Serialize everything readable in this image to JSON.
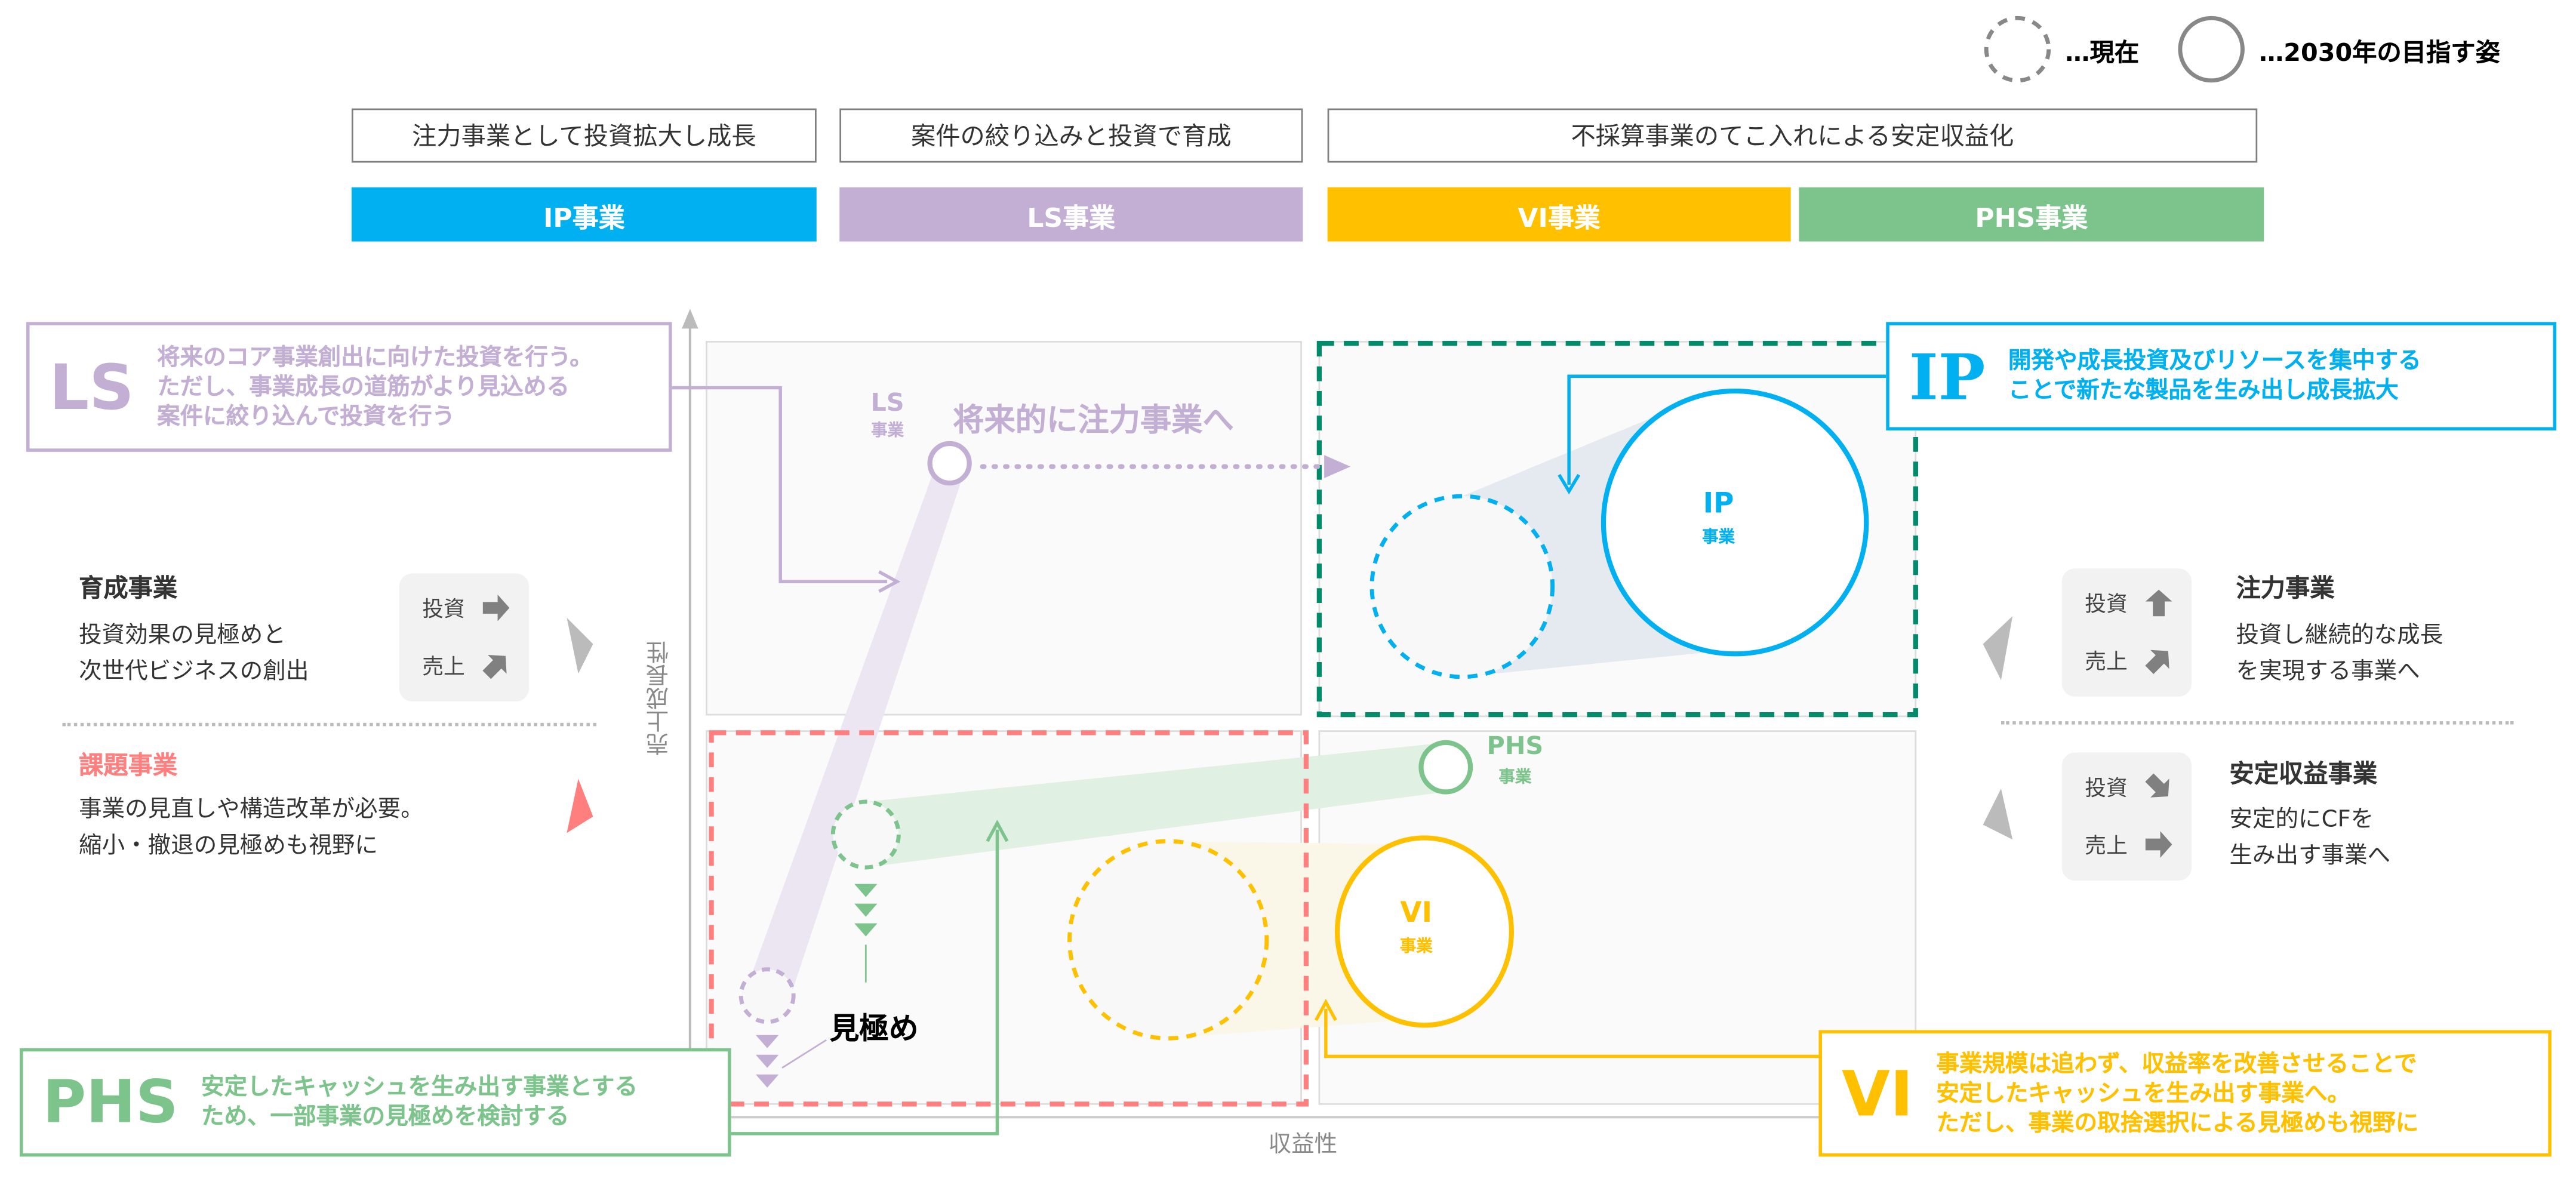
{
  "legend": {
    "current": "…現在",
    "target": "…2030年の目指す姿"
  },
  "strategies": [
    {
      "label": "注力事業として投資拡大し成長"
    },
    {
      "label": "案件の絞り込みと投資で育成"
    },
    {
      "label": "不採算事業のてこ入れによる安定収益化"
    }
  ],
  "segments": {
    "ip": {
      "label": "IP事業",
      "color": "#00b0f0"
    },
    "ls": {
      "label": "LS事業",
      "color": "#c3aed4"
    },
    "vi": {
      "label": "VI事業",
      "color": "#ffc000"
    },
    "phs": {
      "label": "PHS事業",
      "color": "#7dc48c"
    }
  },
  "axes": {
    "y": "売上成長性",
    "x": "収益性"
  },
  "bubbles": {
    "ls": {
      "name": "LS",
      "sub": "事業",
      "future": "将来的に注力事業へ"
    },
    "ip": {
      "name": "IP",
      "sub": "事業"
    },
    "phs": {
      "name": "PHS",
      "sub": "事業"
    },
    "vi": {
      "name": "VI",
      "sub": "事業"
    },
    "evaluate": "見極め"
  },
  "callouts": {
    "ls": {
      "abbr": "LS",
      "lines": [
        "将来のコア事業創出に向けた投資を行う。",
        "ただし、事業成長の道筋がより見込める",
        "案件に絞り込んで投資を行う"
      ]
    },
    "ip": {
      "abbr": "IP",
      "lines": [
        "開発や成長投資及びリソースを集中する",
        "ことで新たな製品を生み出し成長拡大"
      ]
    },
    "phs": {
      "abbr": "PHS",
      "lines": [
        "安定したキャッシュを生み出す事業とする",
        "ため、一部事業の見極めを検討する"
      ]
    },
    "vi": {
      "abbr": "VI",
      "lines": [
        "事業規模は追わず、収益率を改善させることで",
        "安定したキャッシュを生み出す事業へ。",
        "ただし、事業の取捨選択による見極めも視野に"
      ]
    }
  },
  "categories": {
    "growth": {
      "title": "育成事業",
      "lines": [
        "投資効果の見極めと",
        "次世代ビジネスの創出"
      ],
      "invest": "投資",
      "invest_icon": "arrow-right-icon",
      "sales": "売上",
      "sales_icon": "arrow-up-right-icon"
    },
    "issue": {
      "title": "課題事業",
      "lines": [
        "事業の見直しや構造改革が必要。",
        "縮小・撤退の見極めも視野に"
      ],
      "color": "#ff7f7f"
    },
    "focus": {
      "title": "注力事業",
      "lines": [
        "投資し継続的な成長",
        "を実現する事業へ"
      ],
      "invest": "投資",
      "invest_icon": "arrow-up-icon",
      "sales": "売上",
      "sales_icon": "arrow-up-right-icon"
    },
    "stable": {
      "title": "安定収益事業",
      "lines": [
        "安定的にCFを",
        "生み出す事業へ"
      ],
      "invest": "投資",
      "invest_icon": "arrow-down-right-icon",
      "sales": "売上",
      "sales_icon": "arrow-right-icon"
    }
  }
}
